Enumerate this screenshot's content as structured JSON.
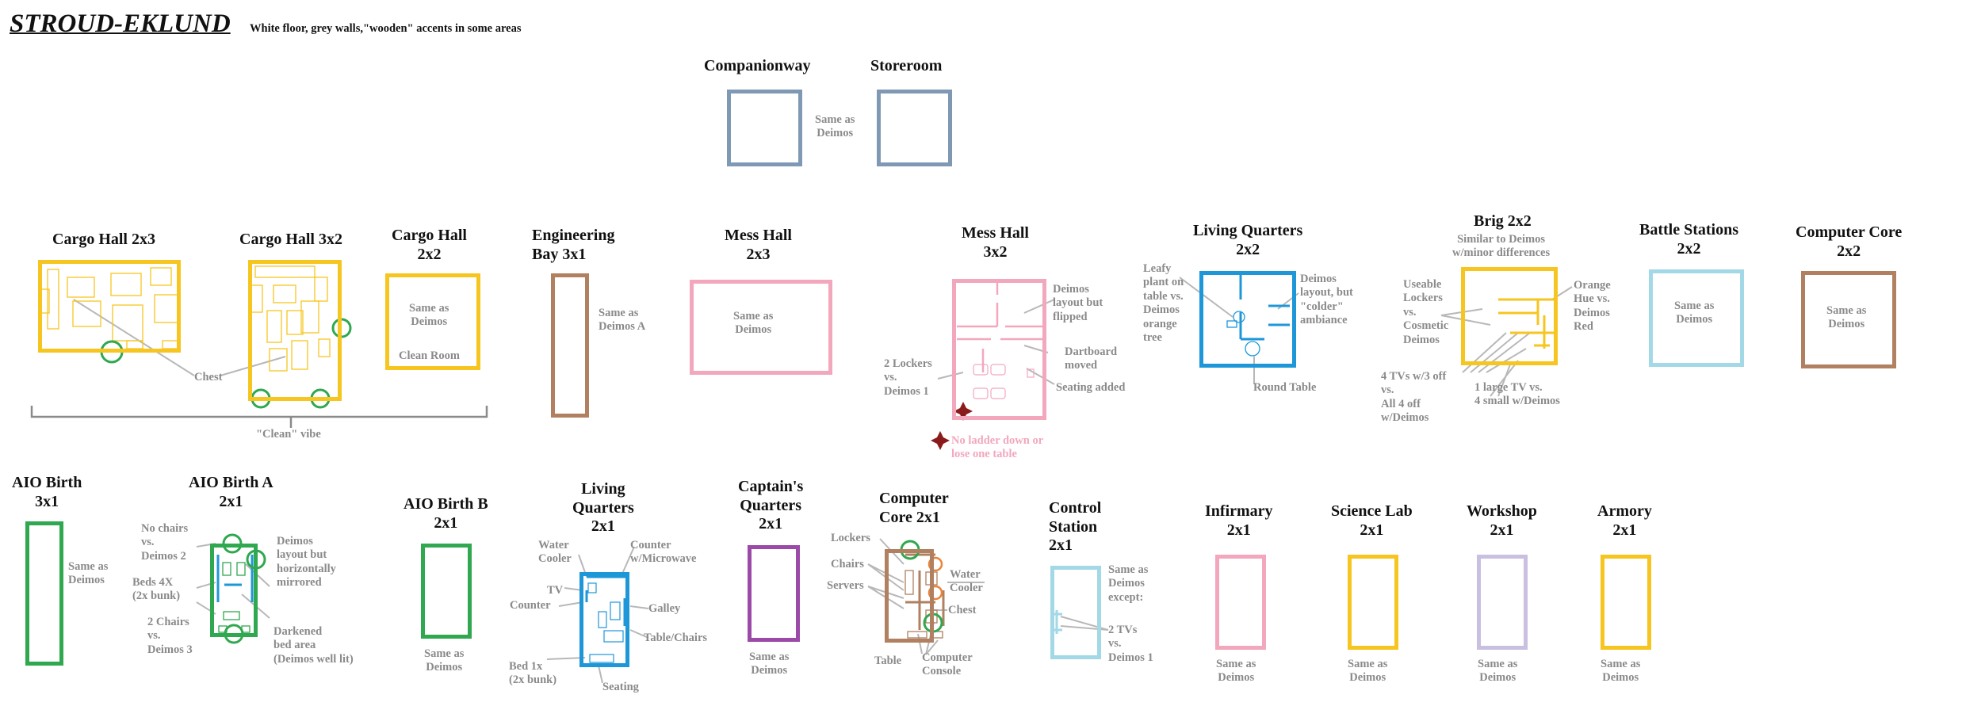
{
  "header": {
    "title": "STROUD-EKLUND",
    "subtitle": "White floor, grey walls,\"wooden\" accents in some areas"
  },
  "colors": {
    "steel_blue": "#7f99b5",
    "yellow": "#f7c51f",
    "brown": "#b08060",
    "pink": "#f2a7bd",
    "cyan": "#1e97d8",
    "light_cyan": "#a3d8e6",
    "green": "#2fa84f",
    "purple": "#9b4aa8",
    "lavender": "#c9bfe0",
    "note_grey": "#8a8a8a",
    "marker_red": "#8b1a1a",
    "orange": "#e8843a"
  },
  "rooms": {
    "companionway": {
      "title": "Companionway"
    },
    "storeroom": {
      "title": "Storeroom"
    },
    "companion_note": "Same as\nDeimos",
    "cargo_hall_2x3": {
      "title": "Cargo Hall 2x3"
    },
    "cargo_hall_3x2": {
      "title": "Cargo Hall 3x2"
    },
    "cargo_chest_note": "Chest",
    "cargo_brace_note": "\"Clean\" vibe",
    "cargo_hall_2x2": {
      "title": "Cargo Hall\n2x2",
      "note": "Same as\nDeimos",
      "note2": "Clean Room"
    },
    "engineering_bay": {
      "title": "Engineering\nBay 3x1",
      "note": "Same as\nDeimos A"
    },
    "mess_hall_2x3": {
      "title": "Mess Hall\n2x3",
      "note": "Same as\nDeimos"
    },
    "mess_hall_3x2": {
      "title": "Mess Hall\n3x2",
      "note_layout": "Deimos\nlayout but\nflipped",
      "note_dartboard": "Dartboard\nmoved",
      "note_seating": "Seating added",
      "note_lockers": "2 Lockers\nvs.\nDeimos 1",
      "note_ladder": "No ladder down or\nlose one table"
    },
    "living_quarters_2x2": {
      "title": "Living Quarters\n2x2",
      "note_plant": "Leafy\nplant on\ntable vs.\nDeimos\norange\ntree",
      "note_layout": "Deimos\nlayout, but\n\"colder\"\nambiance",
      "note_table": "Round Table"
    },
    "brig": {
      "title": "Brig 2x2",
      "note_top": "Similar to Deimos\nw/minor differences",
      "note_lockers": "Useable\nLockers\nvs.\nCosmetic\nDeimos",
      "note_hue": "Orange\nHue vs.\nDeimos\nRed",
      "note_tvs": "4 TVs w/3 off\nvs.\nAll 4 off\nw/Deimos",
      "note_large_tv": "1 large TV vs.\n4 small w/Deimos"
    },
    "battle_stations": {
      "title": "Battle Stations\n2x2",
      "note": "Same as\nDeimos"
    },
    "computer_core_2x2": {
      "title": "Computer Core\n2x2",
      "note": "Same as\nDeimos"
    },
    "aio_birth_3x1": {
      "title": "AIO Birth\n3x1",
      "note": "Same as\nDeimos"
    },
    "aio_birth_a": {
      "title": "AIO Birth A\n2x1",
      "note_chairs": "No chairs\nvs.\nDeimos 2",
      "note_beds": "Beds 4X\n(2x bunk)",
      "note_2chairs": "2 Chairs\nvs.\nDeimos 3",
      "note_layout": "Deimos\nlayout but\nhorizontally\nmirrored",
      "note_dark": "Darkened\nbed area\n(Deimos well lit)"
    },
    "aio_birth_b": {
      "title": "AIO Birth B\n2x1",
      "note": "Same as\nDeimos"
    },
    "living_quarters_2x1": {
      "title": "Living\nQuarters\n2x1",
      "note_water": "Water\nCooler",
      "note_counter_mw": "Counter\nw/Microwave",
      "note_tv": "TV",
      "note_counter": "Counter",
      "note_galley": "Galley",
      "note_table": "Table/Chairs",
      "note_bed": "Bed 1x\n(2x bunk)",
      "note_seating": "Seating"
    },
    "captains_quarters": {
      "title": "Captain's\nQuarters\n2x1",
      "note": "Same as\nDeimos"
    },
    "computer_core_2x1": {
      "title": "Computer\nCore 2x1",
      "note_lockers": "Lockers",
      "note_chairs": "Chairs",
      "note_servers": "Servers",
      "note_water": "Water\nCooler",
      "note_chest": "Chest",
      "note_table": "Table",
      "note_console": "Computer\nConsole"
    },
    "control_station": {
      "title": "Control\nStation\n2x1",
      "note": "Same as\nDeimos\nexcept:",
      "note_tvs": "2 TVs\nvs.\nDeimos 1"
    },
    "infirmary": {
      "title": "Infirmary\n2x1",
      "note": "Same as\nDeimos"
    },
    "science_lab": {
      "title": "Science Lab\n2x1",
      "note": "Same as\nDeimos"
    },
    "workshop": {
      "title": "Workshop\n2x1",
      "note": "Same as\nDeimos"
    },
    "armory": {
      "title": "Armory\n2x1",
      "note": "Same as\nDeimos"
    }
  }
}
